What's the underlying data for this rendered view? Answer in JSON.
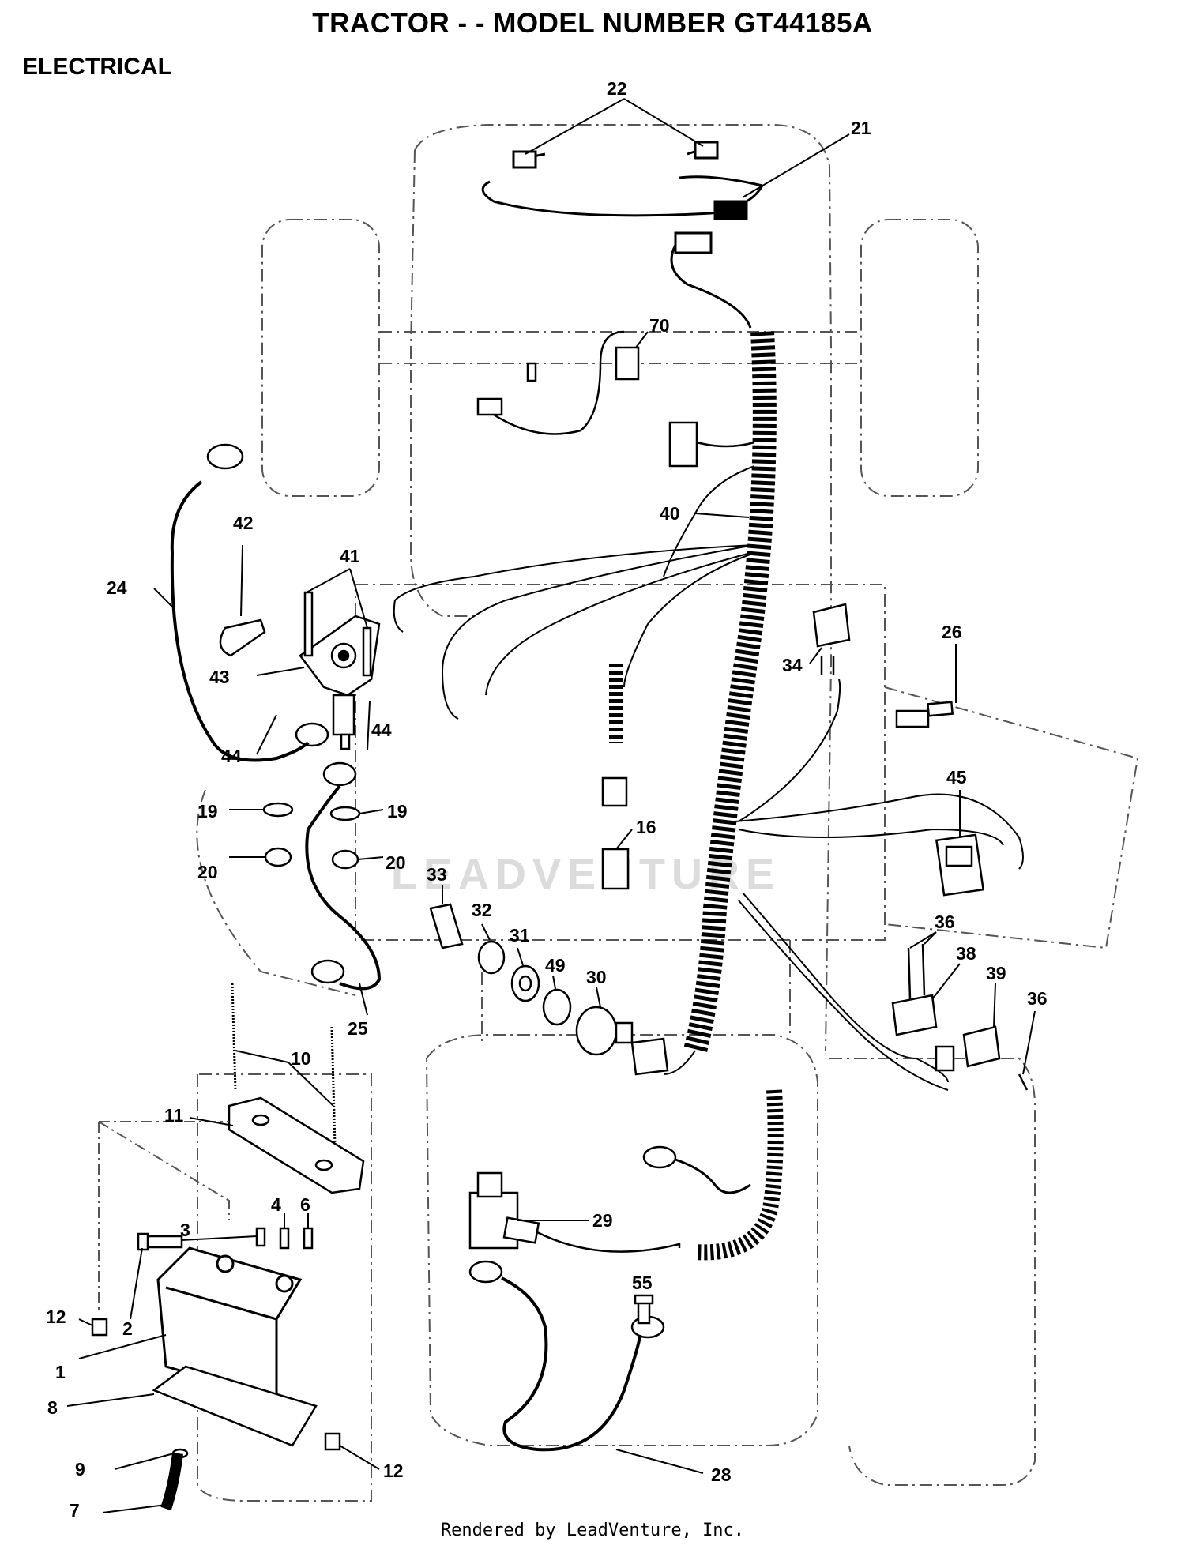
{
  "header": {
    "title": "TRACTOR - - MODEL NUMBER GT44185A",
    "section": "ELECTRICAL"
  },
  "footer": {
    "text": "Rendered by LeadVenture, Inc."
  },
  "watermark": {
    "text": "LEADVENTURE",
    "color": "#d9d9d9"
  },
  "colors": {
    "ink": "#000000",
    "outline": "#555555",
    "paper": "#ffffff"
  },
  "callouts": [
    {
      "id": "c22",
      "label": "22"
    },
    {
      "id": "c21",
      "label": "21"
    },
    {
      "id": "c70",
      "label": "70"
    },
    {
      "id": "c40",
      "label": "40"
    },
    {
      "id": "c42",
      "label": "42"
    },
    {
      "id": "c41",
      "label": "41"
    },
    {
      "id": "c24",
      "label": "24"
    },
    {
      "id": "c43",
      "label": "43"
    },
    {
      "id": "c44a",
      "label": "44"
    },
    {
      "id": "c44b",
      "label": "44"
    },
    {
      "id": "c19a",
      "label": "19"
    },
    {
      "id": "c19b",
      "label": "19"
    },
    {
      "id": "c20a",
      "label": "20"
    },
    {
      "id": "c20b",
      "label": "20"
    },
    {
      "id": "c34",
      "label": "34"
    },
    {
      "id": "c26",
      "label": "26"
    },
    {
      "id": "c45",
      "label": "45"
    },
    {
      "id": "c16",
      "label": "16"
    },
    {
      "id": "c33",
      "label": "33"
    },
    {
      "id": "c32",
      "label": "32"
    },
    {
      "id": "c31",
      "label": "31"
    },
    {
      "id": "c49",
      "label": "49"
    },
    {
      "id": "c30",
      "label": "30"
    },
    {
      "id": "c36a",
      "label": "36"
    },
    {
      "id": "c38",
      "label": "38"
    },
    {
      "id": "c39",
      "label": "39"
    },
    {
      "id": "c36b",
      "label": "36"
    },
    {
      "id": "c10",
      "label": "10"
    },
    {
      "id": "c25",
      "label": "25"
    },
    {
      "id": "c11",
      "label": "11"
    },
    {
      "id": "c3",
      "label": "3"
    },
    {
      "id": "c4",
      "label": "4"
    },
    {
      "id": "c6",
      "label": "6"
    },
    {
      "id": "c29",
      "label": "29"
    },
    {
      "id": "c12a",
      "label": "12"
    },
    {
      "id": "c2",
      "label": "2"
    },
    {
      "id": "c55",
      "label": "55"
    },
    {
      "id": "c1",
      "label": "1"
    },
    {
      "id": "c8",
      "label": "8"
    },
    {
      "id": "c9",
      "label": "9"
    },
    {
      "id": "c12b",
      "label": "12"
    },
    {
      "id": "c28",
      "label": "28"
    },
    {
      "id": "c7",
      "label": "7"
    }
  ]
}
